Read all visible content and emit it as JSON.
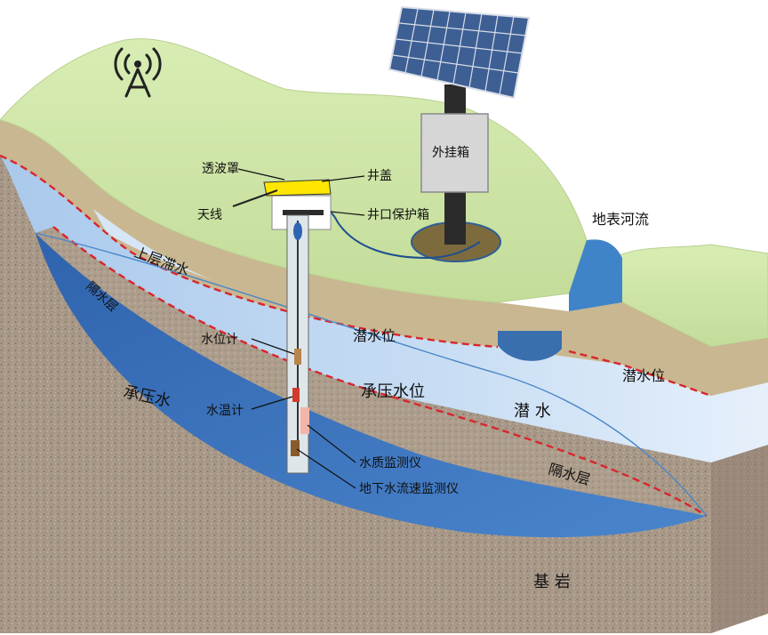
{
  "labels": {
    "tou_bo_zhao": "透波罩",
    "jing_gai": "井盖",
    "tian_xian": "天线",
    "jing_kou_bao_hu_xiang": "井口保护箱",
    "wai_gua_xiang": "外挂箱",
    "di_biao_he_liu": "地表河流",
    "shang_ceng_zhi_shui": "上层滞水",
    "ge_shui_ceng_left": "隔水层",
    "qian_shui_wei_mid": "潜水位",
    "qian_shui_wei_right": "潜水位",
    "shui_wei_ji": "水位计",
    "shui_wen_ji": "水温计",
    "cheng_ya_shui": "承压水",
    "cheng_ya_shui_wei": "承压水位",
    "qian_shui": "潜 水",
    "shui_zhi_jian_ce_yi": "水质监测仪",
    "di_xia_shui_liu_su_jian_ce_yi": "地下水流速监测仪",
    "ge_shui_ceng_right": "隔水层",
    "ji_yan": "基 岩"
  },
  "colors": {
    "grass": "#cfe6a6",
    "soil_tan": "#c8b48e",
    "bedrock": "#a8978a",
    "phreatic_water": "#cfe2f5",
    "confined_water": "#3f78c2",
    "water_table_line": "#d9262c",
    "river": "#3f84c8",
    "cover_yellow": "#ffe600"
  },
  "icons": [
    "signal-tower-icon",
    "solar-panel-icon"
  ]
}
